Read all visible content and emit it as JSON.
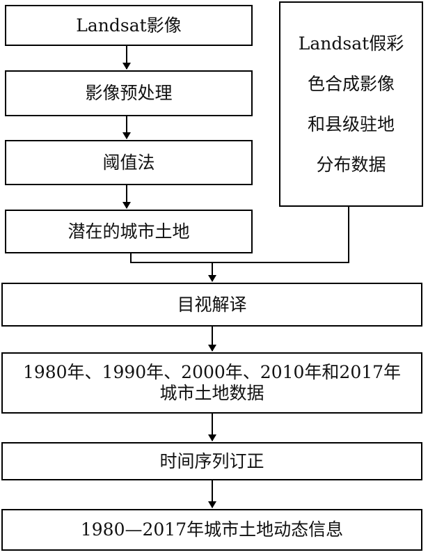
{
  "nodes": {
    "landsat_image": "Landsat影像",
    "preprocessing": "影像预处理",
    "threshold": "阈值法",
    "potential_urban": "潜在的城市土地",
    "reference_data": "Landsat假彩\n色合成影像\n和县级驻地\n分布数据",
    "visual_interpretation": "目视解译",
    "urban_land_data": "1980年、1990年、2000年、2010年和2017年\n城市土地数据",
    "time_series_correction": "时间序列订正",
    "dynamic_info": "1980—2017年城市土地动态信息"
  }
}
